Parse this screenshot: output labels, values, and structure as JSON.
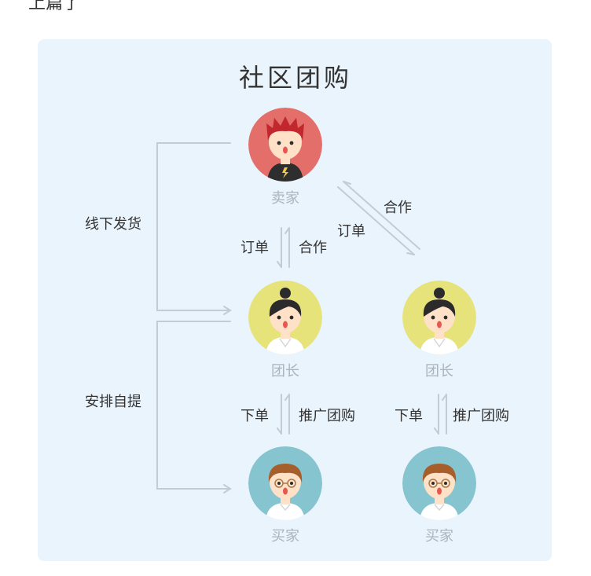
{
  "partial_top_text": "上篇了",
  "title": "社区团购",
  "nodes": {
    "seller": "卖家",
    "leader_left": "团长",
    "leader_right": "团长",
    "buyer_left": "买家",
    "buyer_right": "买家"
  },
  "edges": {
    "offline_ship": "线下发货",
    "self_pickup": "安排自提",
    "order_left": "订单",
    "coop_left": "合作",
    "order_diag": "订单",
    "coop_diag": "合作",
    "place_order_left": "下单",
    "promote_left": "推广团购",
    "place_order_right": "下单",
    "promote_right": "推广团购"
  },
  "colors": {
    "card_bg": "#eaf4fd",
    "seller_circle": "#e46f6a",
    "leader_circle": "#e6e37a",
    "buyer_circle": "#86c5cf",
    "line": "#c3ccd4",
    "label_gray": "#aab4bd"
  }
}
